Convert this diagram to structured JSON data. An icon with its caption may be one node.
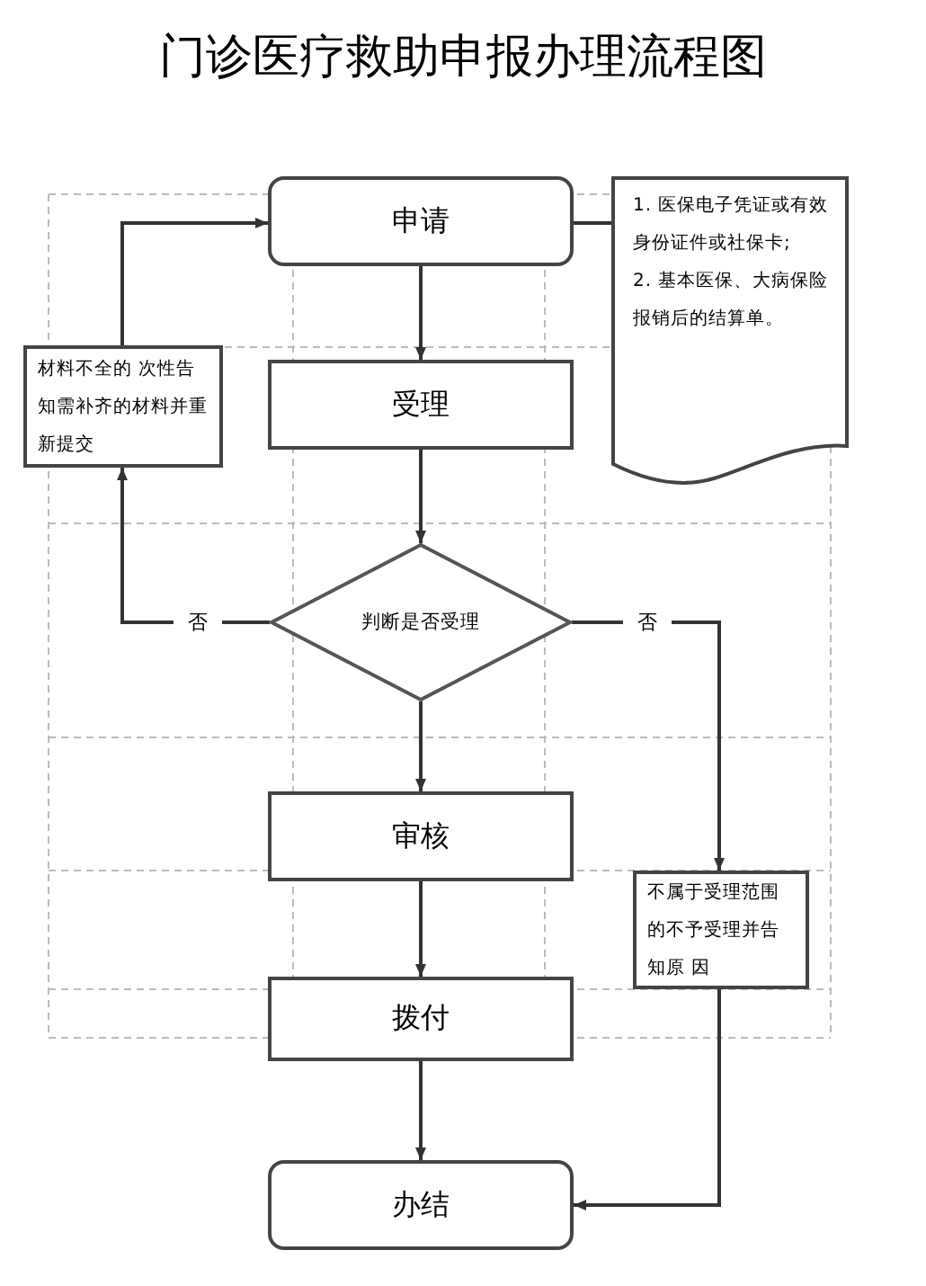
{
  "diagram": {
    "title": "门诊医疗救助申报办理流程图",
    "nodes": [
      {
        "text": [
          "申请"
        ]
      },
      {
        "text": [
          "1. 医保电子凭证或有效身份证件或社保卡;",
          "2. 基本医保、大病保险报销后的结算单。"
        ]
      },
      {
        "text": [
          "受理"
        ]
      },
      {
        "text": [
          "材料不全的 次性告知需补齐的材料并重新提交"
        ]
      },
      {
        "text": [
          "判断是否受理"
        ]
      },
      {
        "text": [
          "审核"
        ]
      },
      {
        "text": [
          "不属于受理范围的不予受理并告知原 因"
        ]
      },
      {
        "text": [
          "拨付"
        ]
      },
      {
        "text": [
          "办结"
        ]
      }
    ],
    "edges": [
      {
        "from": 0,
        "to": 2,
        "arrow": "to"
      },
      {
        "from": 1,
        "to": 0,
        "arrow": "none"
      },
      {
        "from": 2,
        "to": 4,
        "arrow": "to"
      },
      {
        "from": 4,
        "to": 3,
        "arrow": "to",
        "label": "否"
      },
      {
        "from": 3,
        "to": 0,
        "arrow": "to"
      },
      {
        "from": 4,
        "to": 6,
        "arrow": "to",
        "label": "否"
      },
      {
        "from": 4,
        "to": 5,
        "arrow": "to"
      },
      {
        "from": 5,
        "to": 7,
        "arrow": "to"
      },
      {
        "from": 7,
        "to": 8,
        "arrow": "to"
      },
      {
        "from": 6,
        "to": 8,
        "arrow": "to"
      }
    ]
  }
}
